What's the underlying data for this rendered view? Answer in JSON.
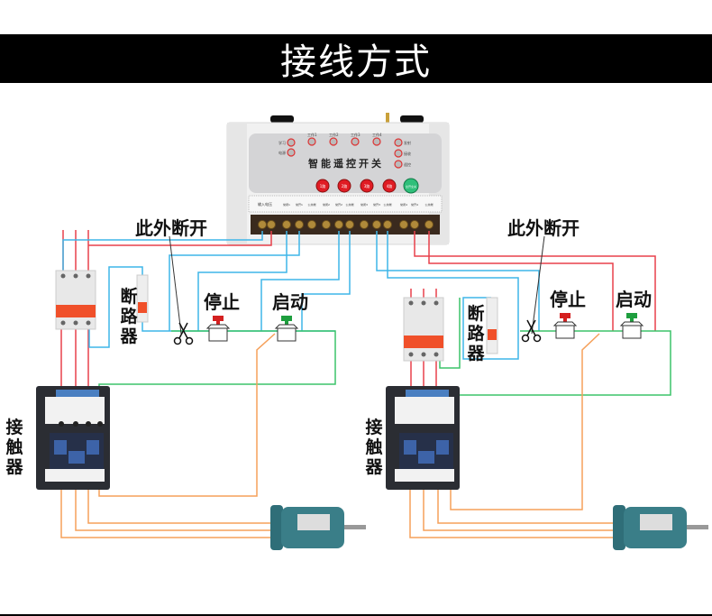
{
  "title": "接线方式",
  "controller": {
    "name": "智能遥控开关",
    "left_indicators": [
      "学习",
      "电源"
    ],
    "work_indicators": [
      "工作1",
      "工作2",
      "工作3",
      "工作4"
    ],
    "right_indicators": [
      "发射",
      "接收",
      "遥控"
    ],
    "buttons": [
      "1路",
      "2路",
      "3路",
      "4路",
      "全开全关"
    ],
    "terminal_labels": [
      "输入电压",
      "常闭1",
      "常开1",
      "公共端",
      "常闭2",
      "常开2",
      "公共端",
      "常闭3",
      "常开3",
      "公共端",
      "常闭4",
      "常开4",
      "公共端"
    ]
  },
  "left_circuit": {
    "cut_label": "此外断开",
    "breaker_label": "断路器",
    "stop_label": "停止",
    "start_label": "启动",
    "contactor_label": "接触器"
  },
  "right_circuit": {
    "cut_label": "此外断开",
    "breaker_label": "断路器",
    "stop_label": "停止",
    "start_label": "启动",
    "contactor_label": "接触器"
  },
  "wire_colors": {
    "red": "#e8414b",
    "blue": "#3fb6e8",
    "green": "#3cc46a",
    "orange": "#f5a05a"
  }
}
